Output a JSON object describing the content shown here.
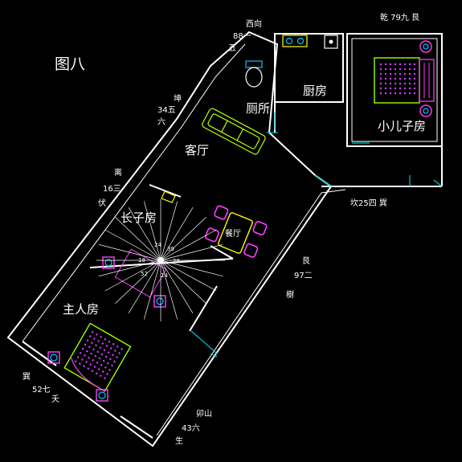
{
  "title": "图八",
  "rooms": {
    "living": "客厅",
    "toilet": "厕所",
    "kitchen": "厨房",
    "small_son": "小儿子房",
    "elder_son": "长子房",
    "dining": "餐厅",
    "master": "主人房"
  },
  "directions": {
    "top_line1": "88一",
    "top_line2": "五",
    "top_dir": "西向",
    "top_right": "乾 79九 艮",
    "left_upper_dir": "坤",
    "left_upper_num": "34五",
    "left_upper_sub": "六",
    "left_mid_dir": "离",
    "left_mid_num": "16三",
    "left_mid_sub": "伏",
    "right_mid_dir": "坎25四 巽",
    "right_lower_dir": "艮",
    "right_lower_num": "97二",
    "right_lower_sub": "樹",
    "bottom_left_dir": "巽",
    "bottom_left_num": "52七",
    "bottom_left_sub": "夭",
    "bottom_dir": "卯山",
    "bottom_num": "43六",
    "bottom_sub": "生"
  },
  "compass": {
    "n": "24",
    "ne": "39",
    "w": "18",
    "e": "28",
    "sw": "52",
    "s": "14"
  },
  "colors": {
    "background": "#000000",
    "wall": "#ffffff",
    "door": "#00c8c8",
    "furniture_green": "#9cff00",
    "furniture_magenta": "#ff40ff",
    "furniture_yellow": "#ffff00"
  }
}
